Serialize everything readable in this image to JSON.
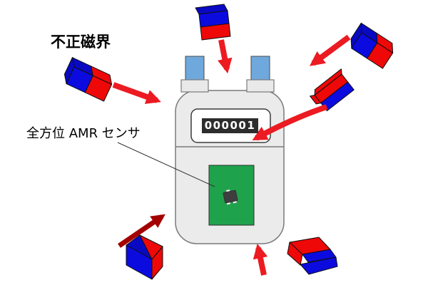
{
  "labels": {
    "tamper_field": "不正磁界",
    "sensor": "全方位 AMR センサ"
  },
  "meter": {
    "display_value": "000001"
  },
  "figure": {
    "magnets": [
      "top-left",
      "top-center",
      "top-right",
      "right",
      "bottom-left",
      "bottom-right"
    ],
    "arrows": [
      "left",
      "top",
      "top-right",
      "right-to-display",
      "bottom-left",
      "bottom"
    ]
  },
  "colors": {
    "magnet-red": "#EE0808",
    "magnet-blue": "#0B0BE0",
    "magnet-blue-dark": "#0909C4",
    "arrow-red": "#EC1B22",
    "arrow-dark-red": "#A40000",
    "pipe-blue": "#6FA8DC",
    "body-fill": "#EBEBEB",
    "body-stroke": "#7A7A7A",
    "collar-fill": "#E9E9E9",
    "display-bg": "#2D2D2D",
    "display-text": "#FFFFFF",
    "pcb-green": "#1FA24C",
    "chip-gray": "#3E3E3E",
    "callout": "#333333",
    "label-text": "#000000"
  }
}
